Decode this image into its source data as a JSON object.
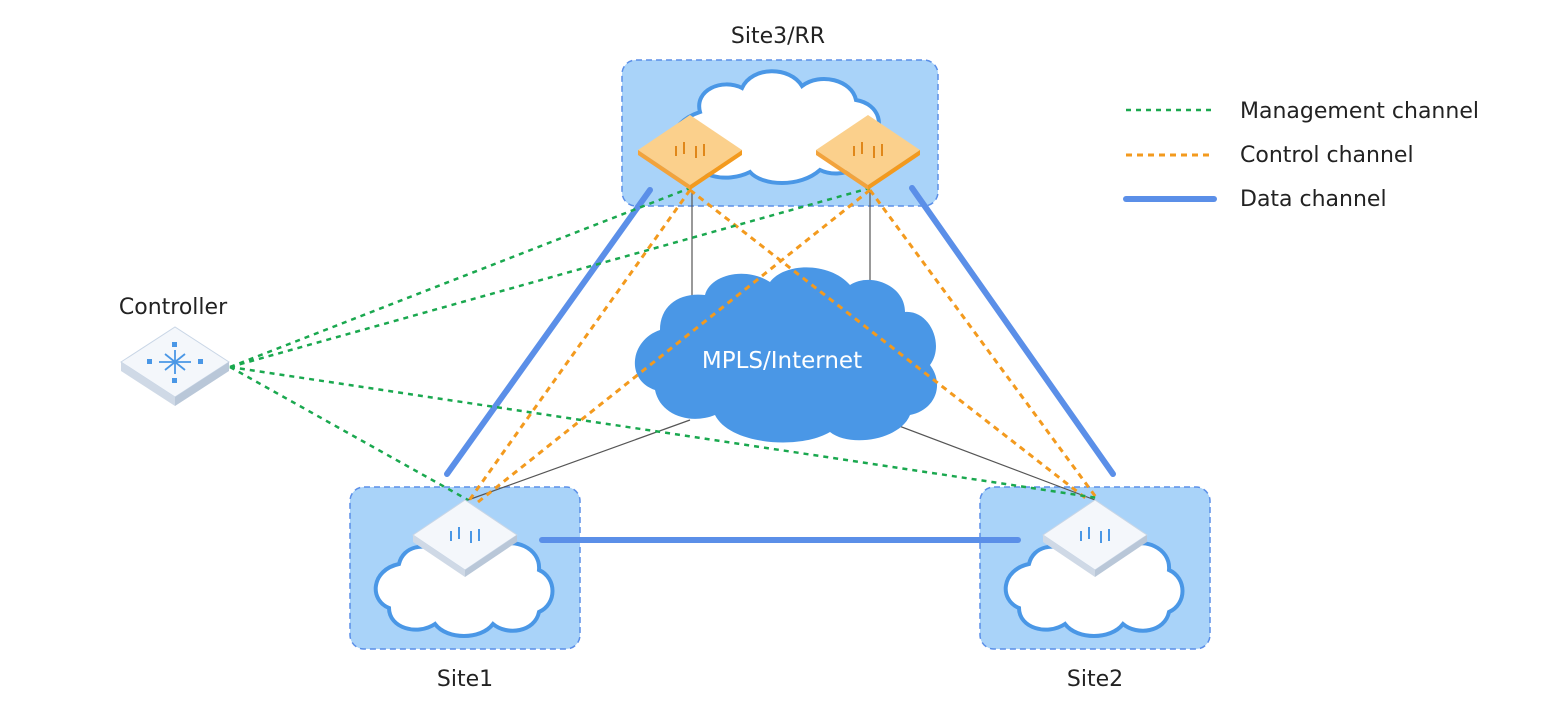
{
  "sites": {
    "rr": "Site3/RR",
    "site1": "Site1",
    "site2": "Site2"
  },
  "controller": "Controller",
  "wan": "MPLS/Internet",
  "legend": {
    "management": "Management channel",
    "control": "Control channel",
    "data": "Data channel"
  },
  "colors": {
    "management": "#1aa84f",
    "control": "#f39a1e",
    "data": "#5b8fe8",
    "site_fill": "#a9d3f9",
    "site_border": "#5b8fe8",
    "wan_cloud": "#4a97e6",
    "rr_device": "#f7a93b",
    "site_device": "#e8eef6"
  },
  "edges": [
    {
      "from": "controller",
      "to": "site3-device-1",
      "channel": "management"
    },
    {
      "from": "controller",
      "to": "site3-device-2",
      "channel": "management"
    },
    {
      "from": "controller",
      "to": "site1-device",
      "channel": "management"
    },
    {
      "from": "controller",
      "to": "site2-device",
      "channel": "management"
    },
    {
      "from": "site3-device-1",
      "to": "site1-device",
      "channel": "control"
    },
    {
      "from": "site3-device-1",
      "to": "site2-device",
      "channel": "control"
    },
    {
      "from": "site3-device-2",
      "to": "site1-device",
      "channel": "control"
    },
    {
      "from": "site3-device-2",
      "to": "site2-device",
      "channel": "control"
    },
    {
      "from": "site3-rr",
      "to": "site1",
      "channel": "data"
    },
    {
      "from": "site3-rr",
      "to": "site2",
      "channel": "data"
    },
    {
      "from": "site1",
      "to": "site2",
      "channel": "data"
    }
  ]
}
